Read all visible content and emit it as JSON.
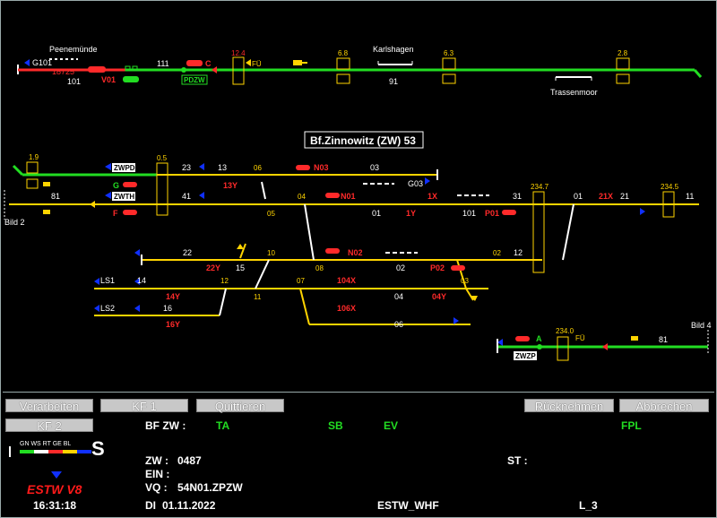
{
  "station": {
    "title": "Bf.Zinnowitz (ZW) 53"
  },
  "places": {
    "peenemuende": "Peenemünde",
    "karlshagen": "Karlshagen",
    "trassenmoor": "Trassenmoor",
    "bild2": "Bild 2",
    "bild4": "Bild 4"
  },
  "top_line": {
    "g101": "G101",
    "red_num": "18725",
    "t101": "101",
    "v01": "V01",
    "t111": "111",
    "c": "C",
    "pdzw": "PDZW",
    "km_12_4": "12.4",
    "fue": "FÜ",
    "km_6_8": "6.8",
    "km_6_3": "6.3",
    "km_2_8": "2.8",
    "t91": "91"
  },
  "station_tracks": {
    "km_1_9": "1.9",
    "zwpd": "ZWPD",
    "zwth": "ZWTH",
    "g": "G",
    "f": "F",
    "t81": "81",
    "km_0_5": "0.5",
    "t23": "23",
    "t13": "13",
    "t06": "06",
    "n03": "N03",
    "t03": "03",
    "y13": "13Y",
    "t41": "41",
    "t05": "05",
    "t04": "04",
    "n01": "N01",
    "t01": "01",
    "g03": "G03",
    "x1": "1X",
    "y1": "1Y",
    "t101b": "101",
    "p01": "P01",
    "t31": "31",
    "km_234_7": "234.7",
    "t01b": "01",
    "x21": "21X",
    "t21": "21",
    "km_234_5": "234.5",
    "t11": "11",
    "t22": "22",
    "y22": "22Y",
    "t15": "15",
    "t10": "10",
    "t08": "08",
    "n02": "N02",
    "t02": "02",
    "p02": "P02",
    "t02b": "02",
    "t12b": "12",
    "ls1": "LS1",
    "t14": "14",
    "t12": "12",
    "t07": "07",
    "x104": "104X",
    "t03b": "03",
    "y14": "14Y",
    "t11b": "11",
    "t04b": "04",
    "y04": "04Y",
    "ls2": "LS2",
    "t16": "16",
    "x106": "106X",
    "y16": "16Y",
    "t06b": "06",
    "a": "A",
    "km_234_0": "234.0",
    "fue2": "FÜ",
    "zwzp": "ZWZP",
    "t81b": "81"
  },
  "buttons": {
    "verarbeiten": "Verarbeiten",
    "kf1": "KF 1",
    "quittieren": "Quittieren",
    "ruecknehmen": "Rücknehmen",
    "abbrechen": "Abbrechen",
    "kf2": "KF 2"
  },
  "panel": {
    "bf_zw_label": "BF ZW :",
    "ta": "TA",
    "sb": "SB",
    "ev": "EV",
    "fpl": "FPL",
    "zw_label": "ZW :",
    "zw_value": "0487",
    "st_label": "ST :",
    "ein_label": "EIN :",
    "vq_label": "VQ :",
    "vq_value": "54N01.ZPZW",
    "di_label": "DI",
    "date": "01.11.2022",
    "estw_whf": "ESTW_WHF",
    "l3": "L_3",
    "time": "16:31:18",
    "logo": "ESTW V8",
    "legend_labels": "GN WS RT GE BL",
    "legend_s": "S"
  },
  "colors": {
    "green": "#22dd22",
    "yellow": "#ffd400",
    "red": "#ff2a2a",
    "blue": "#1030ff",
    "white": "#ffffff",
    "button": "#c8c8c8"
  }
}
